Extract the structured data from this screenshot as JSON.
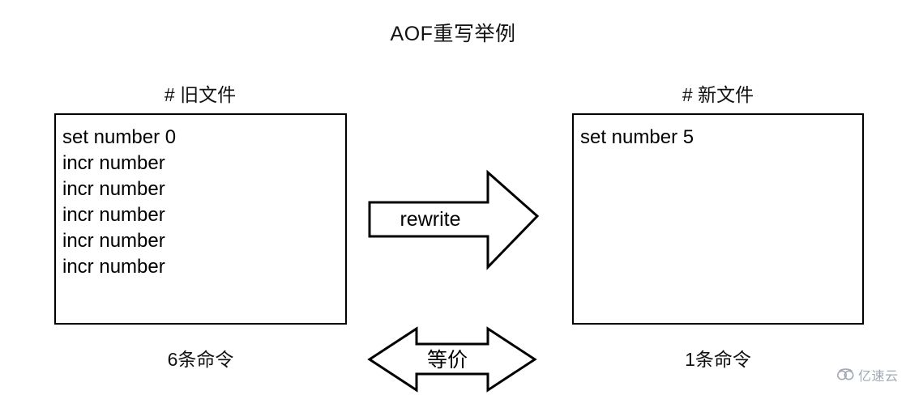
{
  "diagram": {
    "title": "AOF重写举例",
    "background_color": "#ffffff",
    "stroke_color": "#000000",
    "text_color": "#111111"
  },
  "old_file": {
    "label": "# 旧文件",
    "lines": [
      "set number 0",
      "incr number",
      "incr number",
      "incr number",
      "incr number",
      "incr number"
    ],
    "count_label": "6条命令"
  },
  "new_file": {
    "label": "# 新文件",
    "lines": [
      "set number 5"
    ],
    "count_label": "1条命令"
  },
  "arrows": {
    "rewrite": {
      "label": "rewrite",
      "direction": "right",
      "icon": "block-arrow-right-icon"
    },
    "equivalence": {
      "label": "等价",
      "direction": "both",
      "icon": "block-arrow-double-icon"
    }
  },
  "watermark": {
    "text": "亿速云",
    "icon": "cloud-logo-icon",
    "color": "#9aa2ae"
  }
}
